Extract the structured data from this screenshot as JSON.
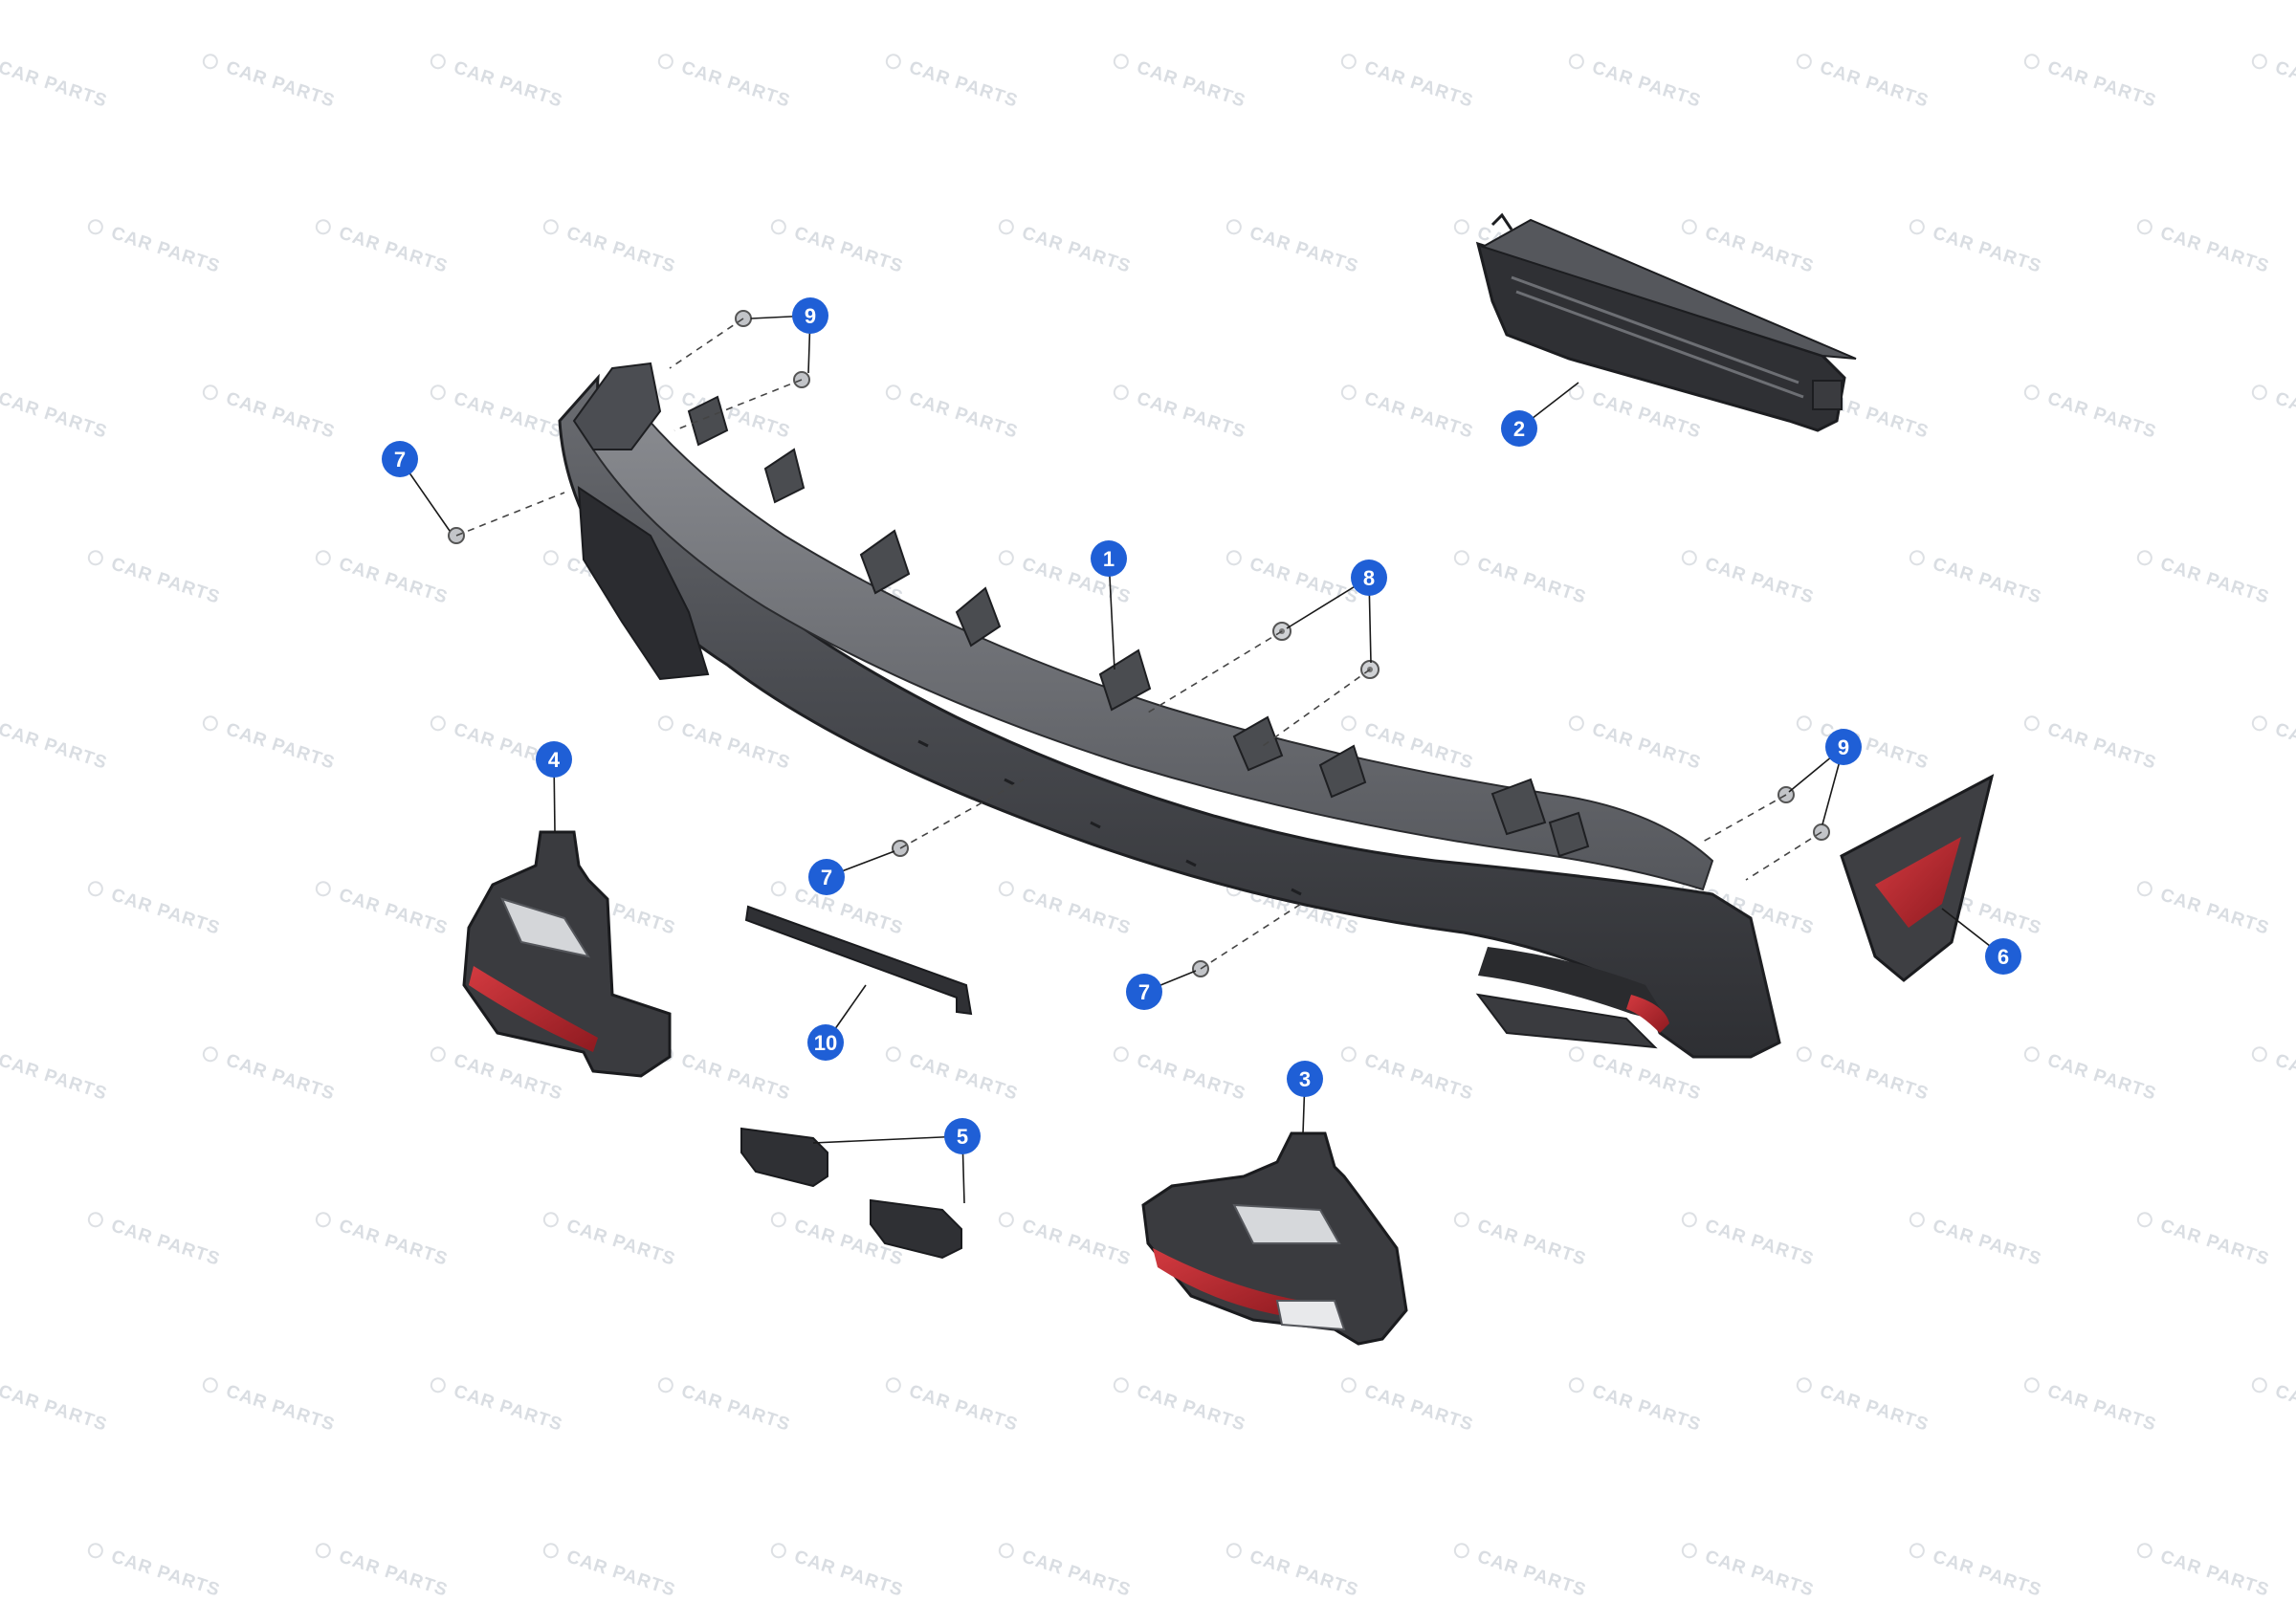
{
  "watermark": {
    "text": "CAR PARTS"
  },
  "colors": {
    "callout_fill": "#1f5fd6",
    "part_dark": "#3e3f43",
    "part_mid": "#5a5c61",
    "part_light": "#8c8e93",
    "reflector_red": "#b5242c"
  },
  "callouts": [
    {
      "id": "c1",
      "label": "1"
    },
    {
      "id": "c2",
      "label": "2"
    },
    {
      "id": "c3",
      "label": "3"
    },
    {
      "id": "c4",
      "label": "4"
    },
    {
      "id": "c5",
      "label": "5"
    },
    {
      "id": "c6",
      "label": "6"
    },
    {
      "id": "c7a",
      "label": "7"
    },
    {
      "id": "c7b",
      "label": "7"
    },
    {
      "id": "c7c",
      "label": "7"
    },
    {
      "id": "c8",
      "label": "8"
    },
    {
      "id": "c9a",
      "label": "9"
    },
    {
      "id": "c9b",
      "label": "9"
    },
    {
      "id": "c10",
      "label": "10"
    }
  ],
  "parts": [
    {
      "name": "bumper-carrier",
      "icon": "bumper-carrier-icon"
    },
    {
      "name": "bracket-cover",
      "icon": "bracket-cover-icon"
    },
    {
      "name": "rear-reflector-light-right",
      "icon": "reflector-light-icon"
    },
    {
      "name": "rear-reflector-light-left",
      "icon": "reflector-light-icon"
    },
    {
      "name": "connector-holder",
      "icon": "connector-icon"
    },
    {
      "name": "side-reflector-trim",
      "icon": "reflector-trim-icon"
    },
    {
      "name": "screw",
      "icon": "screw-icon"
    },
    {
      "name": "nut",
      "icon": "nut-icon"
    },
    {
      "name": "clip-screw",
      "icon": "screw-icon"
    },
    {
      "name": "trim-strip",
      "icon": "trim-strip-icon"
    }
  ]
}
